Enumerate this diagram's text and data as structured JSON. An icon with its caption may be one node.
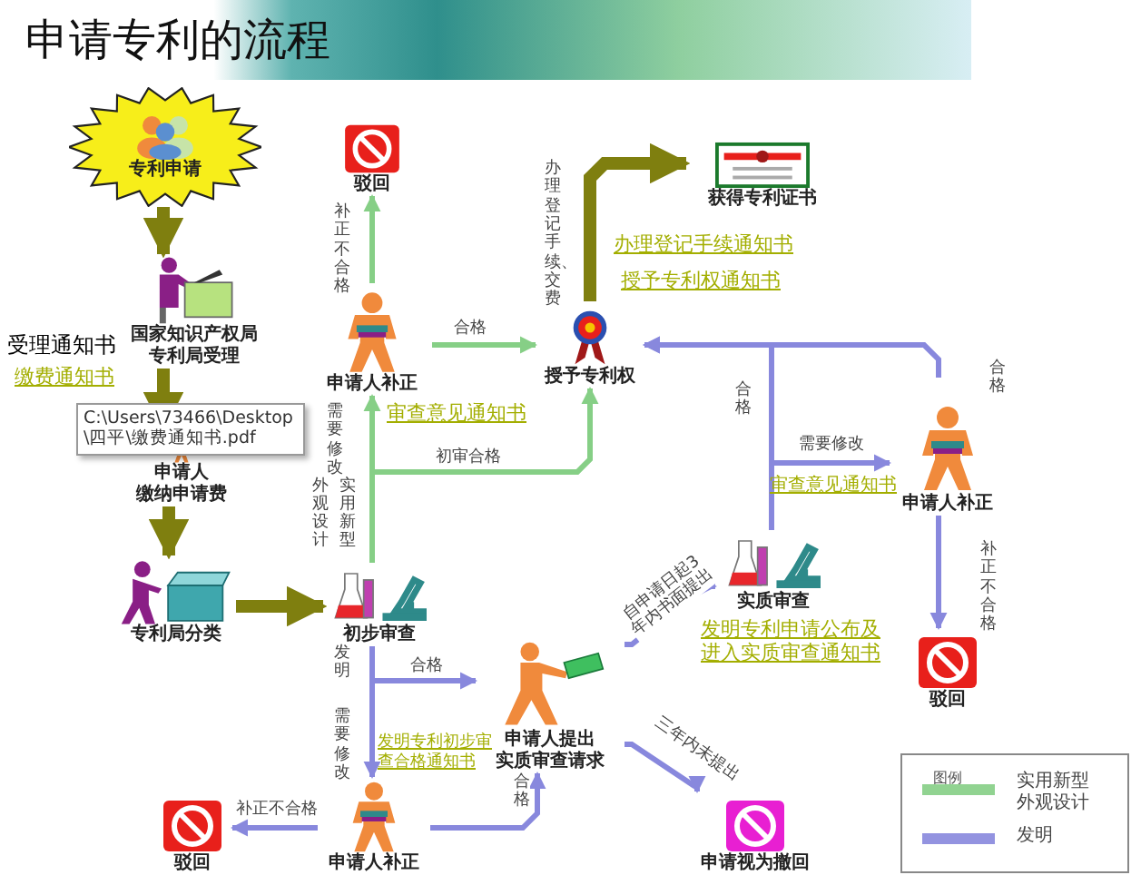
{
  "diagram": {
    "title": "申请专利的流程",
    "nodes": [
      {
        "text": [
          "专利申请"
        ]
      },
      {
        "text": [
          "国家知识产权局",
          "专利局受理"
        ]
      },
      {
        "text": [
          "申请人",
          "缴纳申请费"
        ]
      },
      {
        "text": [
          "专利局分类"
        ]
      },
      {
        "text": [
          "初步审查"
        ]
      },
      {
        "text": [
          "申请人补正"
        ]
      },
      {
        "text": [
          "驳回"
        ]
      },
      {
        "text": [
          "授予专利权"
        ]
      },
      {
        "text": [
          "获得专利证书"
        ]
      },
      {
        "text": [
          "实质审查"
        ]
      },
      {
        "text": [
          "申请人补正"
        ]
      },
      {
        "text": [
          "驳回"
        ]
      },
      {
        "text": [
          "申请人提出",
          "实质审查请求"
        ]
      },
      {
        "text": [
          "申请人补正"
        ]
      },
      {
        "text": [
          "驳回"
        ]
      },
      {
        "text": [
          "申请视为撤回"
        ]
      }
    ],
    "edges": [
      {
        "from": 0,
        "to": 1,
        "arrow": "to",
        "style": "thick",
        "color": "#7f7f0f"
      },
      {
        "from": 1,
        "to": 2,
        "arrow": "to",
        "style": "thick",
        "color": "#7f7f0f"
      },
      {
        "from": 2,
        "to": 3,
        "arrow": "to",
        "style": "thick",
        "color": "#7f7f0f"
      },
      {
        "from": 3,
        "to": 4,
        "arrow": "to",
        "style": "thick",
        "color": "#7f7f0f"
      },
      {
        "from": 4,
        "to": 5,
        "arrow": "to",
        "label": "需要修改",
        "color": "#86cf86"
      },
      {
        "from": 4,
        "to": 7,
        "arrow": "to",
        "label": "初审合格",
        "color": "#86cf86"
      },
      {
        "from": 5,
        "to": 6,
        "arrow": "to",
        "label": "补正不合格",
        "color": "#86cf86"
      },
      {
        "from": 5,
        "to": 7,
        "arrow": "to",
        "label": "合格",
        "color": "#86cf86"
      },
      {
        "from": 7,
        "to": 8,
        "arrow": "to",
        "label": "办理登记手续、交费",
        "style": "thick",
        "color": "#7f7f0f"
      },
      {
        "from": 4,
        "to": 12,
        "arrow": "to",
        "label": "合格"
      },
      {
        "from": 4,
        "to": 13,
        "arrow": "to",
        "label": "需要修改"
      },
      {
        "from": 13,
        "to": 14,
        "arrow": "to",
        "label": "补正不合格"
      },
      {
        "from": 13,
        "to": 12,
        "arrow": "to",
        "label": "合格"
      },
      {
        "from": 12,
        "to": 9,
        "arrow": "to",
        "label": "自申请日起3年内书面提出"
      },
      {
        "from": 12,
        "to": 15,
        "arrow": "to",
        "label": "三年内未提出"
      },
      {
        "from": 9,
        "to": 7,
        "arrow": "to",
        "label": "合格"
      },
      {
        "from": 9,
        "to": 10,
        "arrow": "to",
        "label": "需要修改"
      },
      {
        "from": 10,
        "to": 7,
        "arrow": "to",
        "label": "合格"
      },
      {
        "from": 10,
        "to": 11,
        "arrow": "to",
        "label": "补正不合格"
      }
    ],
    "labels": [
      "受理通知书",
      "缴费通知书",
      "C:\\Users\\73466\\Desktop\\四平\\缴费通知书.pdf",
      "办理登记手续通知书",
      "授予专利权通知书",
      "审查意见通知书",
      "外观设计",
      "实用新型",
      "审查意见通知书",
      "发明专利申请公布及进入实质审查通知书",
      "发明",
      "发明专利初步审查合格通知书",
      "图例"
    ],
    "legend": [
      {
        "text": "实用新型外观设计",
        "color": "#86cf86"
      },
      {
        "text": "发明",
        "color": "#8888dd"
      }
    ]
  }
}
